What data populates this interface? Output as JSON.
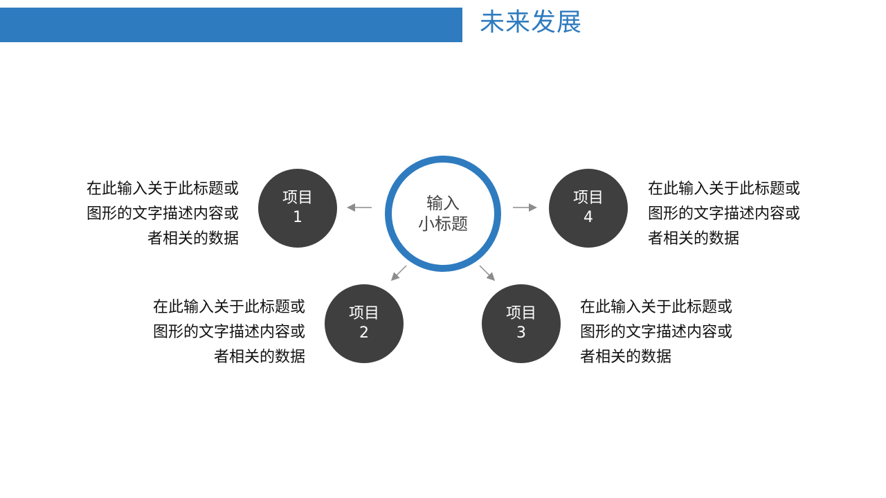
{
  "header": {
    "title": "未来发展",
    "bar_color": "#2F7BBF"
  },
  "diagram": {
    "center": {
      "line1": "输入",
      "line2": "小标题",
      "ring_color": "#2F7BBF"
    },
    "nodes": [
      {
        "label": "项目",
        "number": "1",
        "desc": [
          "在此输入关于此标题或",
          "图形的文字描述内容或",
          "者相关的数据"
        ]
      },
      {
        "label": "项目",
        "number": "2",
        "desc": [
          "在此输入关于此标题或",
          "图形的文字描述内容或",
          "者相关的数据"
        ]
      },
      {
        "label": "项目",
        "number": "3",
        "desc": [
          "在此输入关于此标题或",
          "图形的文字描述内容或",
          "者相关的数据"
        ]
      },
      {
        "label": "项目",
        "number": "4",
        "desc": [
          "在此输入关于此标题或",
          "图形的文字描述内容或",
          "者相关的数据"
        ]
      }
    ],
    "node_color": "#3F3F3F",
    "arrow_color": "#8C8C8C"
  }
}
